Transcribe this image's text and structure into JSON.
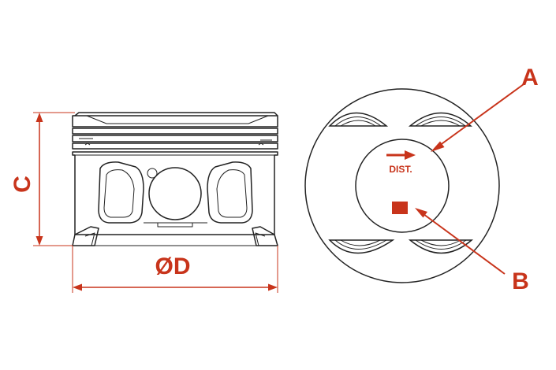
{
  "labels": {
    "dim_height": "C",
    "dim_diameter": "ØD",
    "callout_a": "A",
    "callout_b": "B",
    "direction_mark": "DIST."
  },
  "colors": {
    "line": "#222222",
    "accent": "#c8341b",
    "background": "#ffffff"
  }
}
